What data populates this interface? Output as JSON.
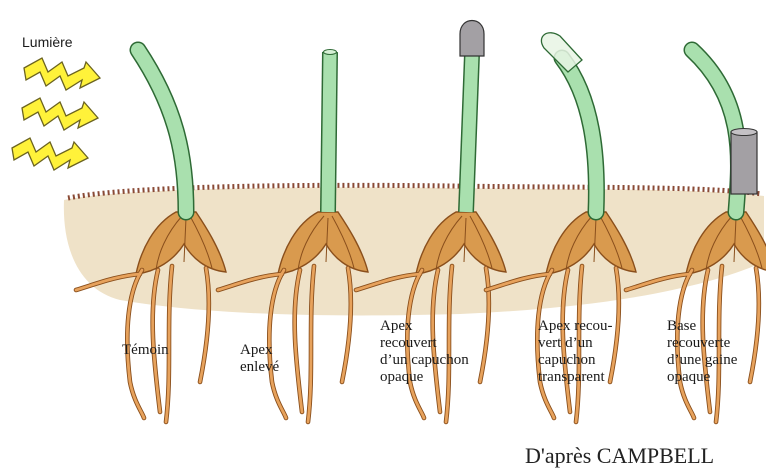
{
  "light_label": "Lumière",
  "seedlings": [
    {
      "id": "temoin",
      "caption": "Témoin",
      "treatment": "none",
      "bends_toward_light": true
    },
    {
      "id": "apex-enleve",
      "caption": "Apex\nenlevé",
      "treatment": "apex removed",
      "bends_toward_light": false
    },
    {
      "id": "capuchon-opaque",
      "caption": "Apex\nrecouvert\nd’un capuchon\nopaque",
      "treatment": "opaque cap on apex",
      "bends_toward_light": false
    },
    {
      "id": "capuchon-transparent",
      "caption": "Apex recou-\nvert d’un\ncapuchon\ntransparent",
      "treatment": "transparent cap on apex",
      "bends_toward_light": true
    },
    {
      "id": "gaine-opaque",
      "caption": "Base\nrecouverte\nd’une gaine\nopaque",
      "treatment": "opaque sleeve on base",
      "bends_toward_light": true
    }
  ],
  "credit": "D'après CAMPBELL",
  "colors": {
    "soil": "#efe2c8",
    "soil_top": "#8a4a35",
    "stem": "#a9e0ae",
    "stem_outline": "#2e6a35",
    "seed": "#d99a4e",
    "root": "#e7a25c",
    "light_bolt": "#fff23a",
    "opaque_cap": "#a3a0a4"
  },
  "icons": [
    "light-bolt-icon",
    "light-bolt-icon",
    "light-bolt-icon"
  ]
}
